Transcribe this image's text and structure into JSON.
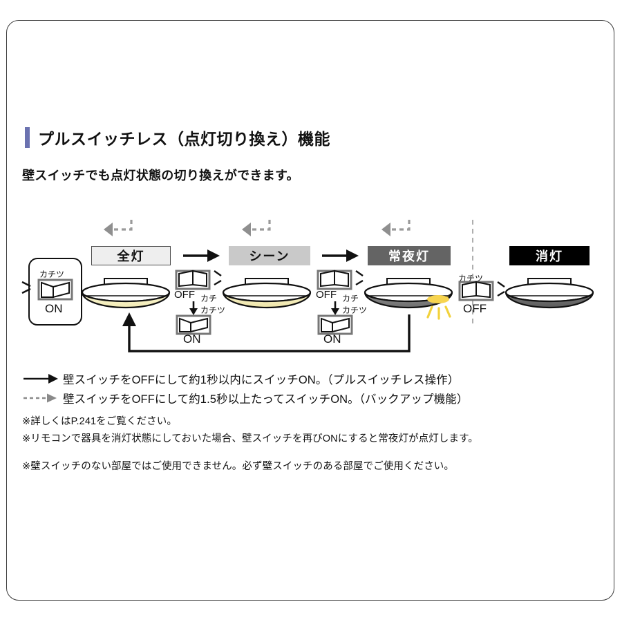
{
  "panel": {
    "title": "プルスイッチレス（点灯切り換え）機能",
    "subtitle": "壁スイッチでも点灯状態の切り換えができます。",
    "accent_color": "#6b72b0"
  },
  "diagram": {
    "states": [
      {
        "label": "全灯",
        "box_fill": "#eeeeee",
        "text_color": "#111111",
        "lamp": "full-on"
      },
      {
        "label": "シーン",
        "box_fill": "#c9c9c9",
        "text_color": "#111111",
        "lamp": "scene"
      },
      {
        "label": "常夜灯",
        "box_fill": "#646464",
        "text_color": "#ffffff",
        "lamp": "night-light"
      },
      {
        "label": "消灯",
        "box_fill": "#000000",
        "text_color": "#ffffff",
        "lamp": "off"
      }
    ],
    "start_switch": {
      "click": "カチツ",
      "state": "ON"
    },
    "transitions": [
      {
        "off_label": "OFF",
        "off_click": "カチ",
        "down_click": "カチツ",
        "on_label": "ON"
      },
      {
        "off_label": "OFF",
        "off_click": "カチ",
        "down_click": "カチツ",
        "on_label": "ON"
      }
    ],
    "end_switch": {
      "click": "カチツ",
      "state": "OFF"
    }
  },
  "legend": [
    {
      "arrow": "solid",
      "text": "壁スイッチをOFFにして約1秒以内にスイッチON。（プルスイッチレス操作）"
    },
    {
      "arrow": "dashed",
      "text": "壁スイッチをOFFにして約1.5秒以上たってスイッチON。（バックアップ機能）"
    }
  ],
  "notes": [
    "※詳しくはP.241をご覧ください。",
    "※リモコンで器具を消灯状態にしておいた場合、壁スイッチを再びONにすると常夜灯が点灯します。",
    "※壁スイッチのない部屋ではご使用できません。必ず壁スイッチのある部屋でご使用ください。"
  ]
}
